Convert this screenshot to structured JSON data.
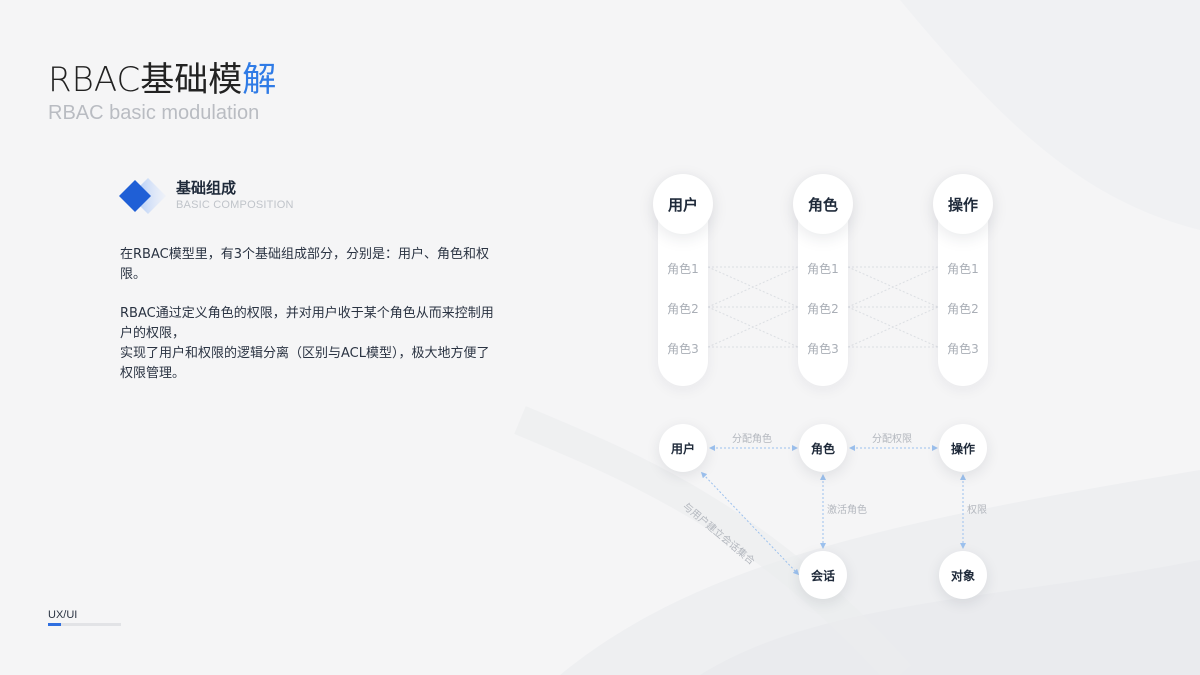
{
  "header": {
    "title_main": "RBAC基础模",
    "title_accent": "解",
    "subtitle": "RBAC basic modulation"
  },
  "section": {
    "title": "基础组成",
    "subtitle": "BASIC COMPOSITION",
    "icon": "diamond-layers-icon"
  },
  "paragraphs": [
    "在RBAC模型里，有3个基础组成部分，分别是：用户、角色和权限。",
    "RBAC通过定义角色的权限，并对用户收于某个角色从而来控制用户的权限，",
    "实现了用户和权限的逻辑分离（区别与ACL模型），极大地方便了权限管理。"
  ],
  "top_diagram": {
    "columns": [
      {
        "label": "用户",
        "roles": [
          "角色1",
          "角色2",
          "角色3"
        ]
      },
      {
        "label": "角色",
        "roles": [
          "角色1",
          "角色2",
          "角色3"
        ]
      },
      {
        "label": "操作",
        "roles": [
          "角色1",
          "角色2",
          "角色3"
        ]
      }
    ]
  },
  "bottom_diagram": {
    "nodes": {
      "user": "用户",
      "role": "角色",
      "operation": "操作",
      "session": "会话",
      "object": "对象"
    },
    "edges": {
      "user_role": "分配角色",
      "role_operation": "分配权限",
      "role_session": "激活角色",
      "operation_object": "权限",
      "user_session": "与用户建立会话集合"
    }
  },
  "footer": {
    "label": "UX/UI",
    "progress": 0.18
  },
  "colors": {
    "accent": "#2f7be6",
    "text": "#1f2a3a",
    "muted": "#b3b7be",
    "dashed_line": "#9cc1ee"
  }
}
